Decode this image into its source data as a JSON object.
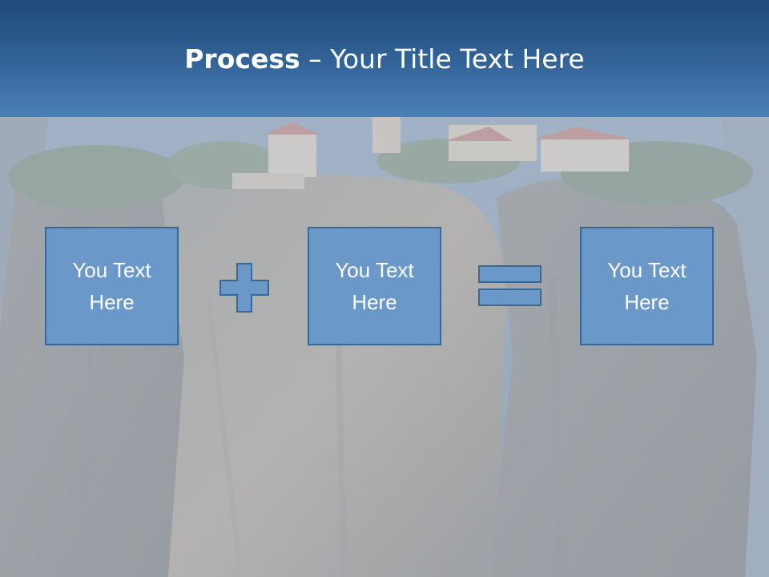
{
  "slide": {
    "title_bold": "Process",
    "title_separator": " – ",
    "title_rest": "Your Title Text Here"
  },
  "process": {
    "boxes": [
      {
        "label": "You Text Here"
      },
      {
        "label": "You Text Here"
      },
      {
        "label": "You Text Here"
      }
    ],
    "operators": [
      "plus-icon",
      "equals-icon"
    ]
  },
  "colors": {
    "title_band": "#2f5f93",
    "box_fill": "#6a98c8",
    "box_border": "#3b6795",
    "text": "#ffffff"
  }
}
